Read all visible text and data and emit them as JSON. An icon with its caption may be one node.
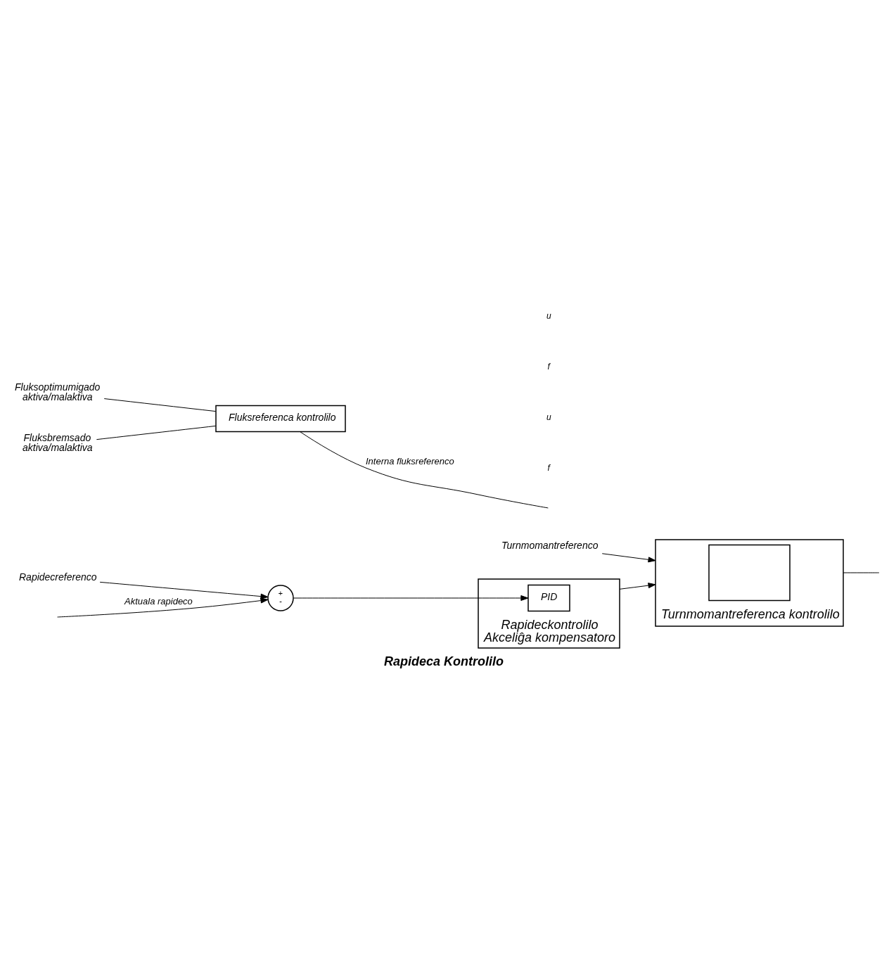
{
  "diagram": {
    "caption": "Rapideca Kontrolilo",
    "nodes": [
      {
        "text": [
          "Turnmomantreferenco"
        ]
      },
      {
        "text": [
          "Rapidecreferenco"
        ]
      },
      {
        "text": [
          "+",
          "-"
        ]
      },
      {
        "text": [
          "Rapideckontrolilo",
          "Akceliĝa kompensatoro"
        ]
      },
      {
        "text": [
          "PID"
        ],
        "in": 3
      },
      {
        "text": [
          "Turnmomantreferenca kontrolilo"
        ]
      },
      {
        "text": [],
        "shape": "box",
        "in": 5
      },
      {
        "text": [
          "Fluksreferenca kontrolilo"
        ]
      },
      {
        "text": [
          "Fluksoptimumigado",
          "aktiva/malaktiva"
        ]
      },
      {
        "text": [
          "Fluksbremsado",
          "aktiva/malaktiva"
        ]
      }
    ],
    "edges": [
      {
        "from": 0,
        "to": 5,
        "arrow": "to"
      },
      {
        "from": 1,
        "to": 2,
        "arrow": "to"
      },
      {
        "from": 2,
        "to": 4,
        "arrow": "to"
      },
      {
        "from": 3,
        "to": 5,
        "arrow": "to"
      },
      {
        "from": null,
        "to": 2,
        "arrow": "to",
        "label": "Aktuala rapideco"
      },
      {
        "from": 5,
        "to": null,
        "arrow": "none"
      },
      {
        "from": 7,
        "to": null,
        "arrow": "none",
        "label": "Interna fluksreferenco"
      },
      {
        "from": 8,
        "to": 7,
        "arrow": "none"
      },
      {
        "from": 9,
        "to": 7,
        "arrow": "none"
      }
    ],
    "labels": [
      "u",
      "f",
      "u",
      "f"
    ]
  }
}
